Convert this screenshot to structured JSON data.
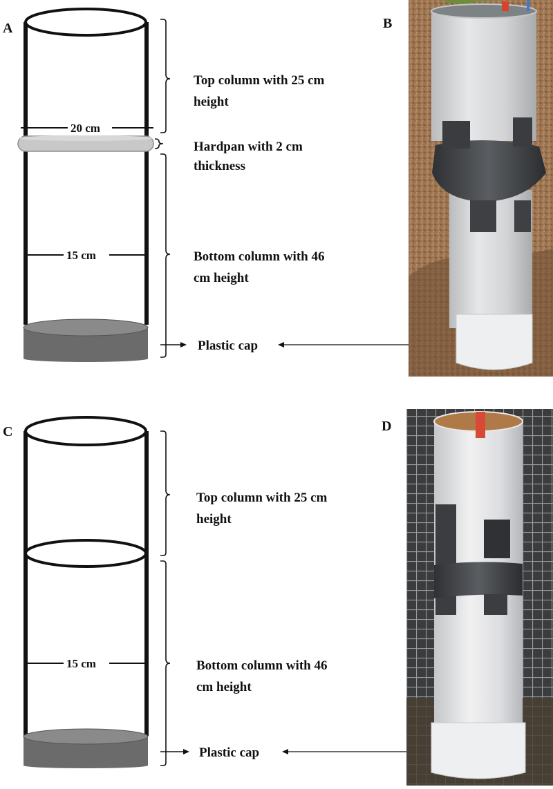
{
  "panels": {
    "A": {
      "letter": "A",
      "dim_top": "20 cm",
      "dim_bottom": "15 cm",
      "top_label": [
        "Top column with 25 cm",
        "height"
      ],
      "hardpan_label": [
        "Hardpan with 2 cm",
        "thickness"
      ],
      "bottom_label": [
        "Bottom column with 46",
        "cm height"
      ],
      "cap_label": "Plastic cap"
    },
    "B": {
      "letter": "B"
    },
    "C": {
      "letter": "C",
      "dim_bottom": "15 cm",
      "top_label": [
        "Top column with 25 cm",
        "height"
      ],
      "bottom_label": [
        "Bottom column with 46",
        "cm height"
      ],
      "cap_label": "Plastic cap"
    },
    "D": {
      "letter": "D"
    }
  },
  "colors": {
    "line": "#111111",
    "hardpan": "#c8c8c8",
    "cap": "#6b6b6b",
    "cap_top": "#8a8a8a",
    "pipe": "#d9dadb",
    "tape": "#4a4c4f",
    "soil": "#9a7350",
    "mesh": "#7b7e80"
  }
}
